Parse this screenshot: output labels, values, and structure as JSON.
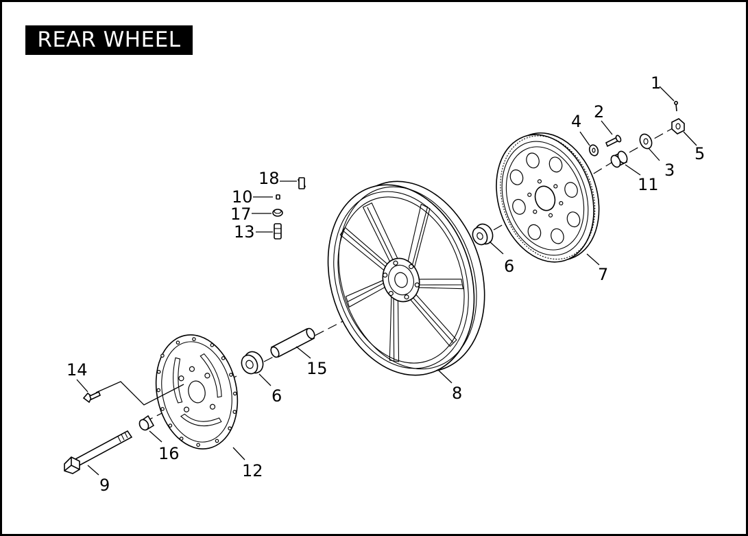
{
  "title": "REAR WHEEL",
  "callouts": [
    "1",
    "2",
    "3",
    "4",
    "5",
    "6",
    "7",
    "8",
    "9",
    "10",
    "11",
    "12",
    "13",
    "14",
    "15",
    "16",
    "17",
    "18"
  ]
}
